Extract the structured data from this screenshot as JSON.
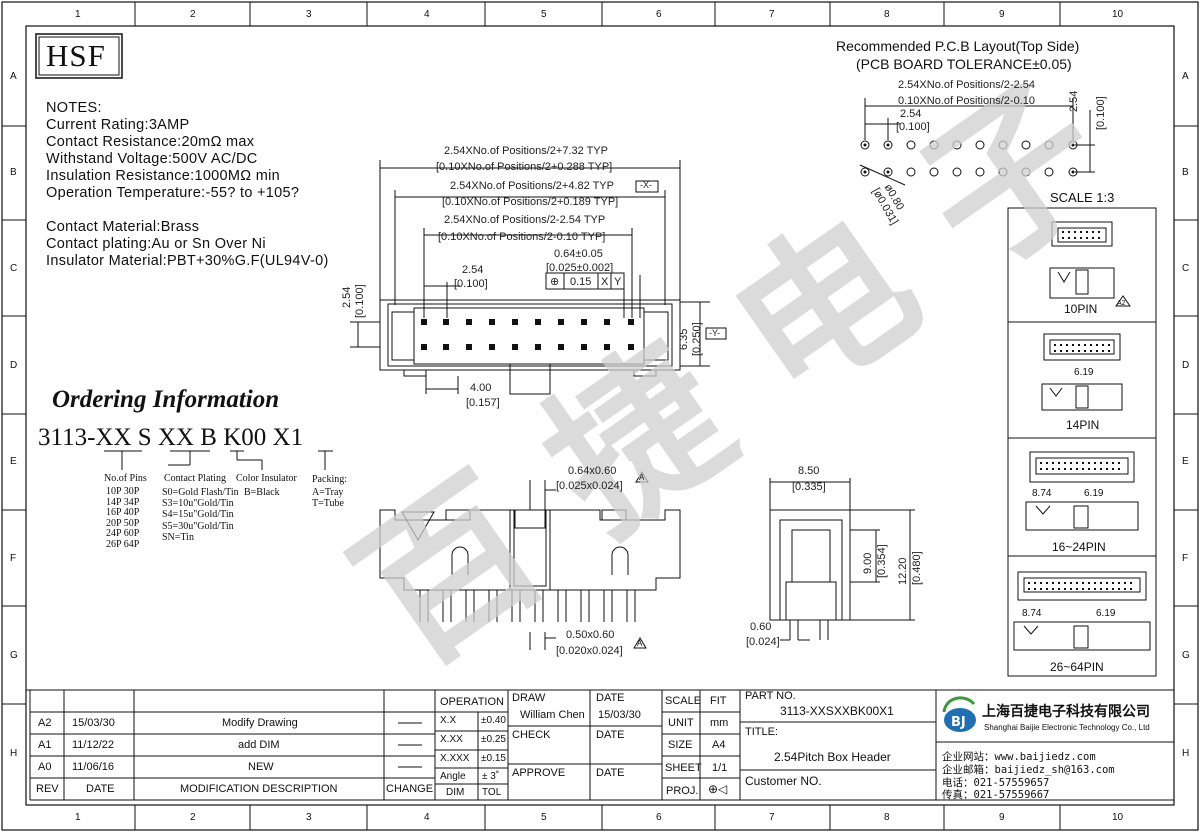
{
  "logo": "HSF",
  "border": {
    "cols": [
      "1",
      "2",
      "3",
      "4",
      "5",
      "6",
      "7",
      "8",
      "9",
      "10"
    ],
    "rows": [
      "A",
      "B",
      "C",
      "D",
      "E",
      "F",
      "G",
      "H"
    ]
  },
  "notes": {
    "heading": "NOTES:",
    "lines": [
      "Current Rating:3AMP",
      "Contact Resistance:20mΩ   max",
      "Withstand Voltage:500V AC/DC",
      "Insulation Resistance:1000MΩ min",
      "Operation Temperature:-55? to +105?",
      "",
      "Contact Material:Brass",
      "Contact plating:Au or Sn Over Ni",
      "Insulator Material:PBT+30%G.F(UL94V-0)"
    ]
  },
  "pcb": {
    "title1": "Recommended P.C.B Layout(Top Side)",
    "title2": "(PCB BOARD TOLERANCE±0.05)",
    "dim_a": "2.54XNo.of Positions/2-2.54",
    "dim_a_in": "0.10XNo.of Positions/2-0.10",
    "dim_b": "2.54",
    "dim_b_in": "[0.100]",
    "dim_c": "2.54",
    "dim_c_in": "[0.100]",
    "hole": "ø0.80",
    "hole_in": "[ø0.031]"
  },
  "top_view": {
    "d1": "2.54XNo.of Positions/2+7.32 TYP",
    "d1_in": "[0.10XNo.of Positions/2+0.288 TYP]",
    "d2": "2.54XNo.of Positions/2+4.82 TYP",
    "d2_in": "[0.10XNo.of Positions/2+0.189 TYP]",
    "d2_datum": "-X-",
    "d3": "2.54XNo.of Positions/2-2.54 TYP",
    "d3_in": "[0.10XNo.of Positions/2-0.10 TYP]",
    "d4": "0.64±0.05",
    "d4_in": "[0.025±0.002]",
    "gdt": [
      "⊕",
      "0.15",
      "X",
      "Y"
    ],
    "d5": "2.54",
    "d5_in": "[0.100]",
    "d6": "2.54",
    "d6_in": "[0.100]",
    "d7": "6.35",
    "d7_in": "[0.250]",
    "d7_datum": "-Y-",
    "d8": "4.00",
    "d8_in": "[0.157]"
  },
  "ordering": {
    "title": "Ordering Information",
    "code": [
      "3113-",
      "XX",
      " S ",
      "XX",
      " ",
      "B",
      " K00 ",
      "X",
      "1"
    ],
    "labels": {
      "pins": "No.of Pins",
      "plating": "Contact Plating",
      "color": "Color Insulator",
      "packing": "Packing:"
    },
    "pins_list": [
      "10P  30P",
      "14P  34P",
      "16P  40P",
      "20P  50P",
      "24P  60P",
      "26P  64P"
    ],
    "plating_list": [
      "S0=Gold Flash/Tin",
      "S3=10u\"Gold/Tin",
      "S4=15u\"Gold/Tin",
      "S5=30u\"Gold/Tin",
      "SN=Tin"
    ],
    "color_list": [
      "B=Black"
    ],
    "packing_list": [
      "A=Tray",
      "T=Tube"
    ]
  },
  "front_view": {
    "d1": "0.64x0.60",
    "d1_in": "[0.025x0.024]",
    "d2": "0.50x0.60",
    "d2_in": "[0.020x0.024]",
    "rev_mark": "A"
  },
  "side_view": {
    "d1": "8.50",
    "d1_in": "[0.335]",
    "d2": "9.00",
    "d2_in": "[0.354]",
    "d3": "12.20",
    "d3_in": "[0.480]",
    "d4": "0.60",
    "d4_in": "[0.024]"
  },
  "scale_panel": {
    "title": "SCALE 1:3",
    "items": [
      {
        "label": "10PIN",
        "dim1": "",
        "dim2": "",
        "mark": "A2"
      },
      {
        "label": "14PIN",
        "dim1": "6.19",
        "dim2": "",
        "mark": ""
      },
      {
        "label": "16~24PIN",
        "dim1": "8.74",
        "dim2": "6.19",
        "mark": ""
      },
      {
        "label": "26~64PIN",
        "dim1": "8.74",
        "dim2": "6.19",
        "mark": ""
      }
    ]
  },
  "watermark": "百 捷 电 子",
  "title_block": {
    "revisions": [
      {
        "rev": "A2",
        "date": "15/03/30",
        "desc": "Modify Drawing"
      },
      {
        "rev": "A1",
        "date": "11/12/22",
        "desc": "add DIM"
      },
      {
        "rev": "A0",
        "date": "11/06/16",
        "desc": "NEW"
      }
    ],
    "headers": {
      "rev": "REV",
      "date": "DATE",
      "desc": "MODIFICATION  DESCRIPTION",
      "change": "CHANGE"
    },
    "operation": {
      "title": "OPERATION",
      "rows": [
        {
          "k": "X.X",
          "v": "±0.40"
        },
        {
          "k": "X.XX",
          "v": "±0.25"
        },
        {
          "k": "X.XXX",
          "v": "±0.15"
        },
        {
          "k": "Angle",
          "v": "±  3˚"
        }
      ],
      "dim": "DIM",
      "tol": "TOL"
    },
    "draw": {
      "label": "DRAW",
      "name": "William  Chen",
      "date_label": "DATE",
      "date": "15/03/30"
    },
    "check": {
      "label": "CHECK",
      "date_label": "DATE"
    },
    "approve": {
      "label": "APPROVE",
      "date_label": "DATE"
    },
    "scale": {
      "label": "SCALE",
      "value": "FIT"
    },
    "unit": {
      "label": "UNIT",
      "value": "mm"
    },
    "size": {
      "label": "SIZE",
      "value": "A4"
    },
    "sheet": {
      "label": "SHEET",
      "value": "1/1"
    },
    "proj": {
      "label": "PROJ.",
      "value": "⊕◁"
    },
    "part_no": {
      "label": "PART NO.",
      "value": "3113-XXSXXBK00X1"
    },
    "title": {
      "label": "TITLE:",
      "value": "2.54Pitch Box Header"
    },
    "customer": {
      "label": "Customer NO."
    },
    "company": {
      "name_cn": "上海百捷电子科技有限公司",
      "name_en": "Shanghai Baijie Electronic Technology Co., Ltd",
      "web": "企业网站：www.baijiedz.com",
      "mail": "企业邮箱：baijiedz_sh@163.com",
      "tel": "电话：021-57559657",
      "fax": "传真：021-57559667"
    }
  },
  "colors": {
    "line": "#111111",
    "watermark": "#cfcfcf",
    "logo_blue": "#1f6fb5",
    "logo_green": "#3a9a3a"
  }
}
